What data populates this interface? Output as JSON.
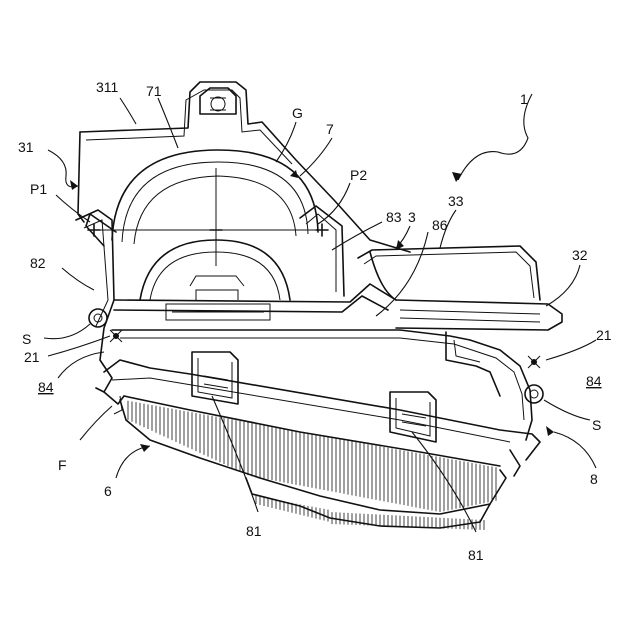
{
  "labels": {
    "l1": "1",
    "l311": "311",
    "l71": "71",
    "lG": "G",
    "l7": "7",
    "l31": "31",
    "lP1": "P1",
    "lP2": "P2",
    "l3": "3",
    "l33": "33",
    "l83": "83",
    "l86": "86",
    "l32": "32",
    "l82": "82",
    "lS_left": "S",
    "l21_left": "21",
    "l84_left": "84",
    "l21_right": "21",
    "l84_right": "84",
    "lS_right": "S",
    "lF": "F",
    "l6": "6",
    "l8": "8",
    "l81_left": "81",
    "l81_right": "81"
  }
}
